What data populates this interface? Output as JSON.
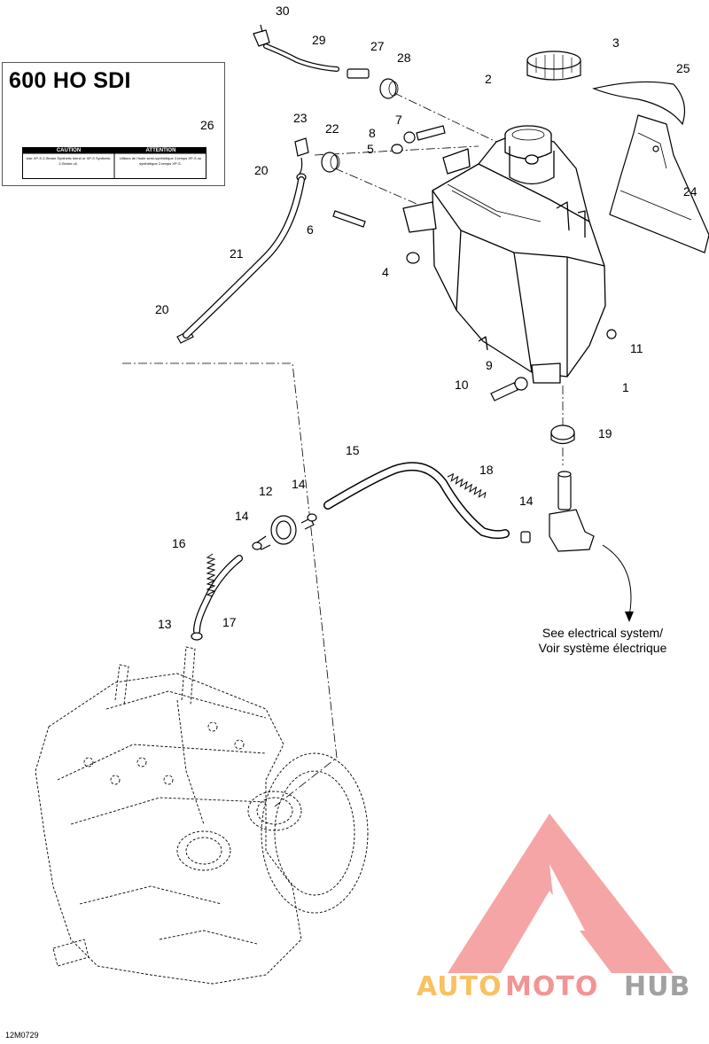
{
  "model_box": {
    "title": "600 HO SDI",
    "label_left_head": "CAUTION",
    "label_right_head": "ATTENTION",
    "label_left_text": "Use XP-S 2-Stroke Synthetic blend or XP-S Synthetic 2-Stroke oil.",
    "label_right_text": "Utilisez de l'huile semi-synthétique 2-temps XP-S ou synthétique 2-temps XP-S."
  },
  "callouts": [
    "30",
    "29",
    "27",
    "28",
    "3",
    "2",
    "25",
    "26",
    "23",
    "22",
    "7",
    "8",
    "5",
    "20",
    "24",
    "6",
    "4",
    "21",
    "20",
    "11",
    "9",
    "10",
    "1",
    "19",
    "15",
    "12",
    "14",
    "18",
    "14",
    "14",
    "16",
    "17",
    "13"
  ],
  "reference_note": {
    "line1": "See electrical system/",
    "line2": "Voir système électrique"
  },
  "drawing_code": "12M0729",
  "watermark": {
    "part1": "AUTO",
    "part2": "MOTO",
    "part3": "HUB",
    "colors": {
      "auto": "#f7b23b",
      "moto": "#f07a7a",
      "hub": "#8a8a8a",
      "logo": "#ef6a6a"
    }
  }
}
